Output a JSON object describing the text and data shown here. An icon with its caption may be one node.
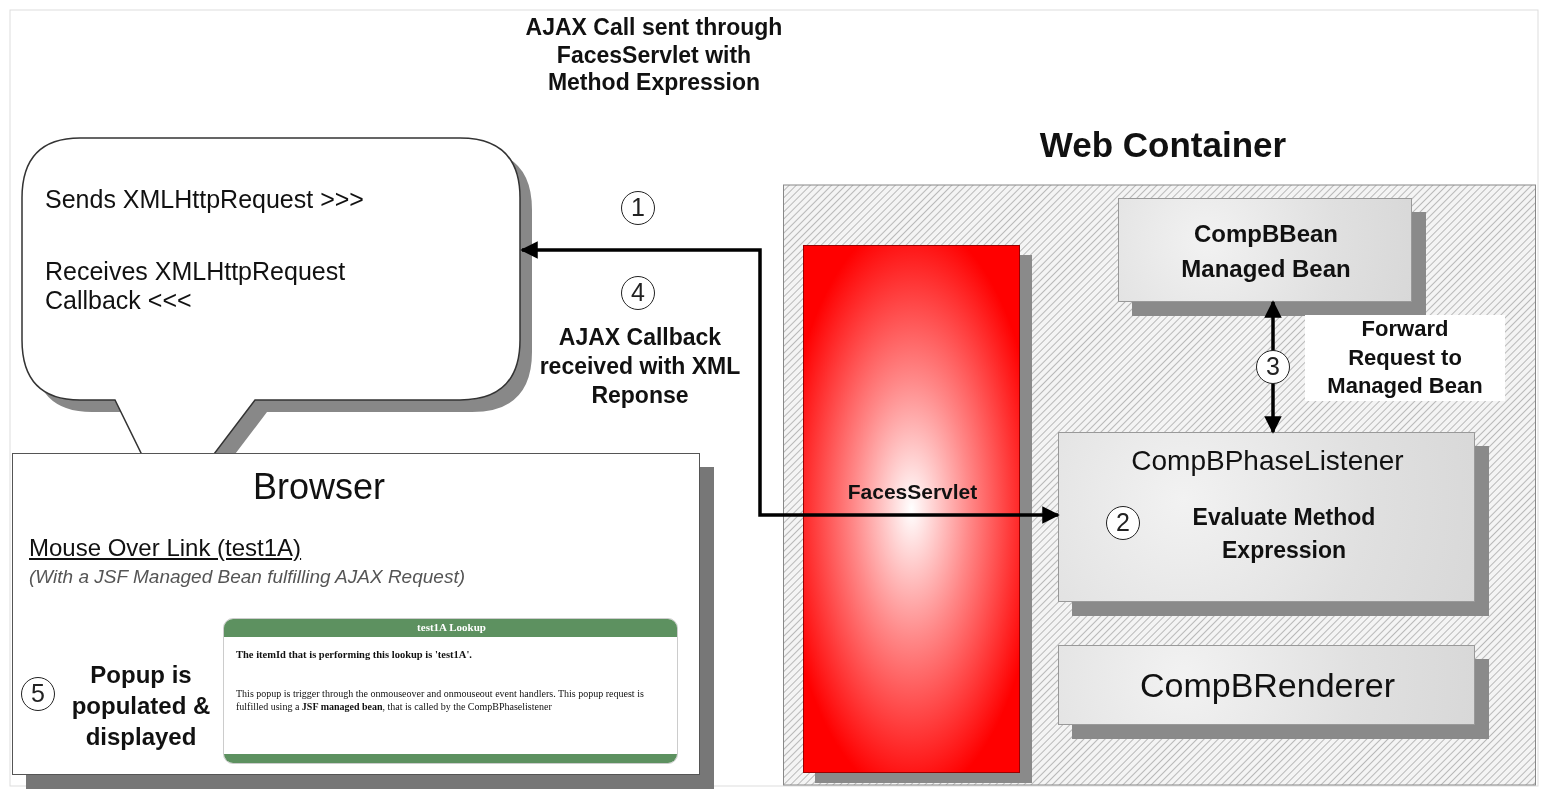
{
  "diagram": {
    "nodes": [
      {
        "text": [
          "Sends XMLHttpRequest >>>",
          "Receives XMLHttpRequest Callback <<<"
        ]
      },
      {
        "text": [
          "Browser",
          "Mouse Over Link (test1A)",
          "(With a JSF Managed Bean fulfilling AJAX Request)",
          "5",
          "Popup is populated & displayed"
        ]
      },
      {
        "text": [
          "test1A Lookup",
          "The itemId that is performing this lookup is 'test1A'.",
          "This popup is trigger through the onmouseover and onmouseout event handlers. This popup request is fulfilled using a **JSF managed bean**, that is called by the CompBPhaselistener"
        ],
        "in": 1
      },
      {
        "text": [
          "Web Container"
        ]
      },
      {
        "text": [
          "FacesServlet"
        ],
        "in": 3
      },
      {
        "text": [
          "CompBBean Managed Bean"
        ],
        "in": 3
      },
      {
        "text": [
          "CompBPhaseListener",
          "2",
          "Evaluate Method Expression"
        ],
        "in": 3
      },
      {
        "text": [
          "CompBRenderer"
        ],
        "in": 3
      }
    ],
    "edges": [
      {
        "from": 4,
        "to": 0,
        "arrow": "to"
      },
      {
        "from": 4,
        "to": 6,
        "arrow": "to"
      },
      {
        "from": 5,
        "to": 6,
        "arrow": "both",
        "label": "3"
      }
    ],
    "labels": [
      "AJAX Call sent through FacesServlet with Method Expression",
      "1",
      "4",
      "AJAX Callback received with XML Reponse",
      "Forward Request to Managed Bean"
    ]
  }
}
